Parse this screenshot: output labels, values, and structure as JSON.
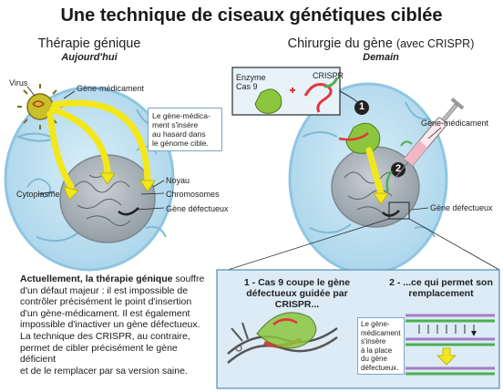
{
  "title": "Une technique de ciseaux génétiques ciblée",
  "left": {
    "heading": "Thérapie génique",
    "subheading": "Aujourd'hui",
    "labels": {
      "virus": "Virus",
      "gene_med": "Gène-médicament",
      "cytoplasme": "Cytoplasme",
      "noyau": "Noyau",
      "chromosomes": "Chromosomes",
      "gene_defect": "Gène défectueux"
    },
    "note": [
      "Le gène-médica-",
      "ment s'insère",
      "au hasard dans",
      "le génome cible."
    ]
  },
  "right": {
    "heading": "Chirurgie du gène",
    "heading_paren": "(avec CRISPR)",
    "subheading": "Demain",
    "enzyme": [
      "Enzyme",
      "Cas 9"
    ],
    "plus": "+",
    "crispr": "CRISPR",
    "gene_med": "Gène-médicament",
    "gene_defect": "Gène défectueux",
    "step1": "1",
    "step2": "2"
  },
  "paragraph": {
    "bold": "Actuellement, la thérapie génique",
    "lines": [
      " souffre",
      "d'un défaut majeur : il est impossible de",
      "contrôler précisément le point d'insertion",
      "d'un gène-médicament. Il est également",
      "impossible d'inactiver un gène défectueux.",
      "La technique des CRISPR, au contraire,",
      "permet de cibler précisément le gène déficient",
      "et de le remplacer par sa version saine."
    ]
  },
  "zoom": {
    "panel1": [
      "1 - Cas 9 coupe le gène",
      "défectueux guidée par CRISPR..."
    ],
    "panel2": [
      "2 - ...ce qui permet son",
      "remplacement"
    ],
    "note": [
      "Le gène-",
      "médicament",
      "s'insère",
      "à la place",
      "du gène",
      "défectueux."
    ]
  },
  "colors": {
    "cell": "#bfe0f0",
    "cell_edge": "#8ec6e2",
    "nucleus": "#a9b3ba",
    "arrow": "#f3e71a",
    "virus": "#c9bf2a",
    "zoom_bg": "#dcebf6",
    "cas9": "#8cc63f",
    "red_gene": "#e2373f",
    "green_gene": "#4caf50"
  }
}
